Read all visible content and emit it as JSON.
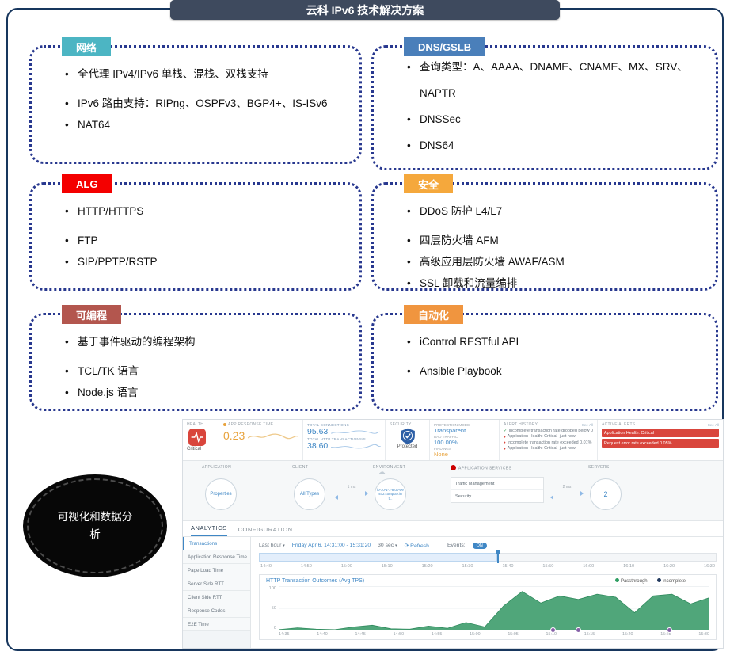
{
  "page": {
    "title": "云科 IPv6 技术解决方案"
  },
  "boxes": [
    {
      "label": "网络",
      "color": "#4cb5c3",
      "bullets": [
        "全代理 IPv4/IPv6 单栈、混栈、双栈支持",
        "IPv6 路由支持：RIPng、OSPFv3、BGP4+、IS-ISv6",
        "NAT64"
      ]
    },
    {
      "label": "DNS/GSLB",
      "color": "#4a7fba",
      "bullets": [
        "查询类型：A、AAAA、DNAME、CNAME、MX、SRV、NAPTR",
        "DNSSec",
        "DNS64"
      ]
    },
    {
      "label": "ALG",
      "color": "#f40000",
      "bullets": [
        "HTTP/HTTPS",
        "FTP",
        "SIP/PPTP/RSTP"
      ]
    },
    {
      "label": "安全",
      "color": "#f5a83c",
      "bullets": [
        "DDoS 防护 L4/L7",
        "四层防火墙 AFM",
        "高级应用层防火墙 AWAF/ASM",
        "SSL 卸载和流量编排"
      ]
    },
    {
      "label": "可编程",
      "color": "#b3564e",
      "bullets": [
        "基于事件驱动的编程架构",
        "TCL/TK 语言",
        "Node.js 语言"
      ]
    },
    {
      "label": "自动化",
      "color": "#f0953f",
      "bullets": [
        "iControl RESTful API",
        "Ansible Playbook"
      ]
    }
  ],
  "ellipse": {
    "text": "可视化和数据分析"
  },
  "dashboard": {
    "health": {
      "label": "HEALTH",
      "status": "Critical"
    },
    "app_response_time": {
      "label": "APP RESPONSE TIME",
      "value": "0.23"
    },
    "total_connections": {
      "label": "TOTAL CONNECTIONS",
      "value": "95.63"
    },
    "total_http": {
      "label": "TOTAL HTTP TRANSACTIONS/S",
      "value": "38.60"
    },
    "security": {
      "label": "SECURITY",
      "status": "Protected"
    },
    "protection": {
      "mode_label": "PROTECTION MODE",
      "mode": "Transparent",
      "bad_traffic_label": "BAD TRAFFIC",
      "bad_traffic": "100.00%",
      "findings_label": "FINDINGS",
      "findings": "None"
    },
    "alert_history": {
      "label": "ALERT HISTORY",
      "see_all": "See All",
      "items": [
        {
          "icon": "check",
          "text": "Incomplete transaction rate dropped below 0...just now"
        },
        {
          "icon": "alert",
          "text": "Application Health: Critical -just now"
        },
        {
          "icon": "alert",
          "text": "Incomplete transaction rate exceeded 0.01% -just now"
        },
        {
          "icon": "alert",
          "text": "Application Health: Critical -just now"
        }
      ]
    },
    "active_alerts": {
      "label": "ACTIVE ALERTS",
      "see_all": "See All",
      "items": [
        "Application Health: Critical",
        "Request error rate exceeded 0.05%"
      ]
    },
    "topology": {
      "application_label": "APPLICATION",
      "application_node": "Properties",
      "client_label": "CLIENT",
      "client_node": "All Types",
      "client_latency": "1 ms",
      "environment_label": "ENVIRONMENT",
      "environment_node": "ip-10-1-1-8.us-west-2.compute.int...",
      "services_label": "APPLICATION SERVICES",
      "services": [
        "Traffic Management",
        "Security"
      ],
      "servers_label": "SERVERS",
      "servers_latency": "2 ms",
      "servers_count": "2"
    },
    "tabs": [
      {
        "label": "ANALYTICS",
        "active": true
      },
      {
        "label": "CONFIGURATION",
        "active": false
      }
    ],
    "sidebar": [
      "Transactions",
      "Application Response Time",
      "Page Load Time",
      "Server Side RTT",
      "Client Side RTT",
      "Response Codes",
      "E2E Time"
    ],
    "controls": {
      "range": "Last hour",
      "date_range": "Friday Apr 6, 14:31:00 - 15:31:20",
      "interval": "30 sec",
      "refresh": "Refresh",
      "events_label": "Events:",
      "events_state": "ON"
    },
    "timeline_ticks": [
      "14:40",
      "14:50",
      "15:00",
      "15:10",
      "15:20",
      "15:30",
      "15:40",
      "15:50",
      "16:00",
      "16:10",
      "16:20",
      "16:30"
    ]
  },
  "chart_data": {
    "type": "area",
    "title": "HTTP Transaction Outcomes (Avg TPS)",
    "x_labels": [
      "14:35",
      "14:40",
      "14:45",
      "14:50",
      "14:55",
      "15:00",
      "15:05",
      "15:10",
      "15:15",
      "15:20",
      "15:25",
      "15:30"
    ],
    "ylim": [
      0,
      100
    ],
    "ytick_labels": [
      "100",
      "50",
      "0"
    ],
    "grid": true,
    "legend_position": "top-right",
    "series": [
      {
        "name": "Passthrough",
        "color": "#2f9e63",
        "values": [
          2,
          6,
          3,
          2,
          8,
          12,
          4,
          3,
          10,
          5,
          18,
          8,
          55,
          88,
          62,
          78,
          70,
          82,
          75,
          40,
          78,
          82,
          60,
          74
        ]
      },
      {
        "name": "Incomplete",
        "color": "#223a5e",
        "values": [
          0,
          0,
          0,
          0,
          0,
          0,
          0,
          0,
          0,
          0,
          0,
          0,
          0,
          0,
          0,
          0,
          0,
          0,
          0,
          0,
          0,
          0,
          0,
          0
        ]
      }
    ]
  }
}
